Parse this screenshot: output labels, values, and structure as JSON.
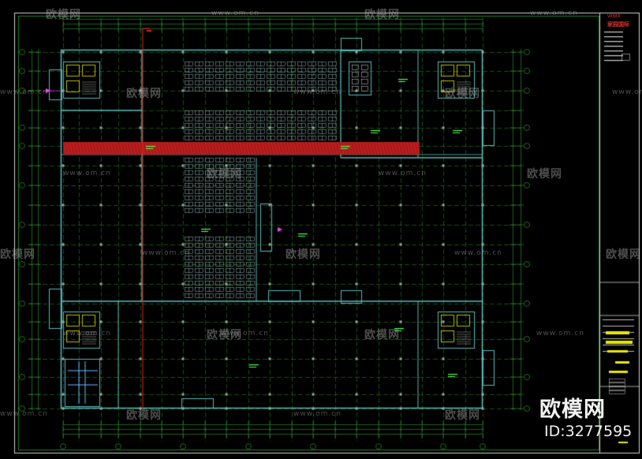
{
  "drawing": {
    "title_block_brand": "VANKE",
    "title_block_name": "家园国际"
  },
  "watermark": {
    "name": "欧模网",
    "url": "www.om.cn",
    "id_text": "ID:3277595"
  },
  "colors": {
    "background": "#000000",
    "grid": "#2f9a2f",
    "walls": "#58b8b8",
    "hatch": "#b01818",
    "labels": "#50ff50",
    "accent_pink": "#ff40ff",
    "yellow_tag": "#e8e800",
    "red_line": "#e02020"
  }
}
